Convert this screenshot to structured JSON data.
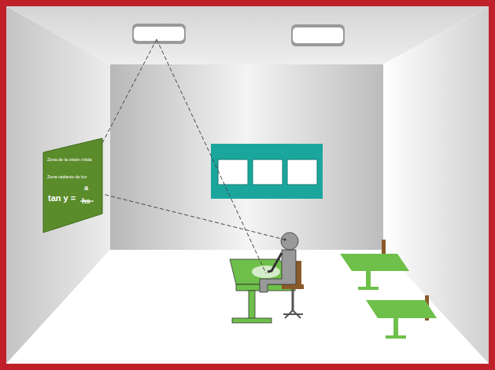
{
  "diagram": {
    "nodes": [
      {
        "text": [
          "Zona de la visión nítida",
          "Zona radiante de luz",
          "tan y =",
          "a",
          "hs"
        ]
      }
    ]
  }
}
